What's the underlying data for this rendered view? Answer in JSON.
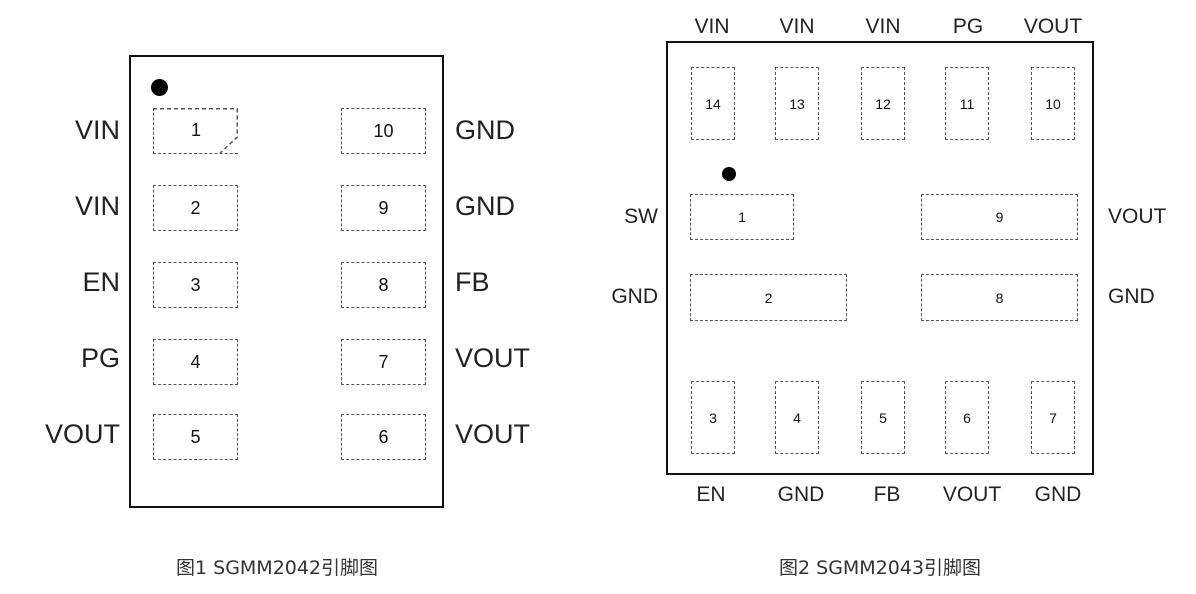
{
  "figure1": {
    "caption": "图1 SGMM2042引脚图",
    "left_pins": [
      {
        "num": "1",
        "name": "VIN"
      },
      {
        "num": "2",
        "name": "VIN"
      },
      {
        "num": "3",
        "name": "EN"
      },
      {
        "num": "4",
        "name": "PG"
      },
      {
        "num": "5",
        "name": "VOUT"
      }
    ],
    "right_pins": [
      {
        "num": "10",
        "name": "GND"
      },
      {
        "num": "9",
        "name": "GND"
      },
      {
        "num": "8",
        "name": "FB"
      },
      {
        "num": "7",
        "name": "VOUT"
      },
      {
        "num": "6",
        "name": "VOUT"
      }
    ]
  },
  "figure2": {
    "caption": "图2 SGMM2043引脚图",
    "top_pins": [
      {
        "num": "14",
        "name": "VIN"
      },
      {
        "num": "13",
        "name": "VIN"
      },
      {
        "num": "12",
        "name": "VIN"
      },
      {
        "num": "11",
        "name": "PG"
      },
      {
        "num": "10",
        "name": "VOUT"
      }
    ],
    "bottom_pins": [
      {
        "num": "3",
        "name": "EN"
      },
      {
        "num": "4",
        "name": "GND"
      },
      {
        "num": "5",
        "name": "FB"
      },
      {
        "num": "6",
        "name": "VOUT"
      },
      {
        "num": "7",
        "name": "GND"
      }
    ],
    "left_pins": [
      {
        "num": "1",
        "name": "SW"
      },
      {
        "num": "2",
        "name": "GND"
      }
    ],
    "right_pins": [
      {
        "num": "9",
        "name": "VOUT"
      },
      {
        "num": "8",
        "name": "GND"
      }
    ]
  }
}
